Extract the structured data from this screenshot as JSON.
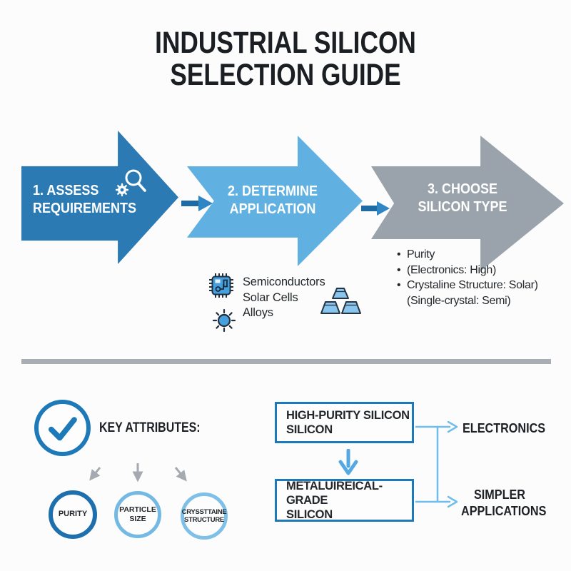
{
  "title": "INDUSTRIAL SILICON\nSELECTION GUIDE",
  "process": {
    "steps": [
      {
        "label": "1. ASSESS\nREQUIREMENTS",
        "color": "#2b7ab4",
        "icon": "magnifier-gear-icon"
      },
      {
        "label": "2. DETERMINE\nAPPLICATION",
        "color": "#60b1e2"
      },
      {
        "label": "3. CHOOSE\nSILICON TYPE",
        "color": "#9aa3ab"
      }
    ]
  },
  "applications": {
    "labels": [
      "Semiconductors",
      "Solar Cells",
      "Alloys"
    ],
    "icons": [
      "microchip-icon",
      "sun-icon",
      "ingots-icon"
    ]
  },
  "selection_criteria": [
    "Purity",
    "(Electronics: High)",
    "Crystaline Structure: Solar)\n(Single-crystal: Semi)"
  ],
  "key_attributes": {
    "heading": "KEY ATTRIBUTES:",
    "icon": "checkmark-circle-icon",
    "circles": [
      "PURITY",
      "PARTICLE\nSIZE",
      "CRYSSTTAINE\nSTRUCTURE"
    ]
  },
  "flowchart": {
    "box1": "HIGH-PURITY SILICON\nSILICON",
    "box2": "METALUIREICAL-GRADE\nSILICON",
    "outcome1": "ELECTRONICS",
    "outcome2": "SIMPLER\nAPPLICATIONS"
  },
  "colors": {
    "step1_blue": "#2b7ab4",
    "step2_light_blue": "#60b1e2",
    "step3_gray": "#9aa3ab",
    "accent_blue": "#1d79b8",
    "connector_light_blue": "#6fbdea",
    "divider_gray": "#a8aeb3",
    "text_dark": "#1b1e22"
  }
}
